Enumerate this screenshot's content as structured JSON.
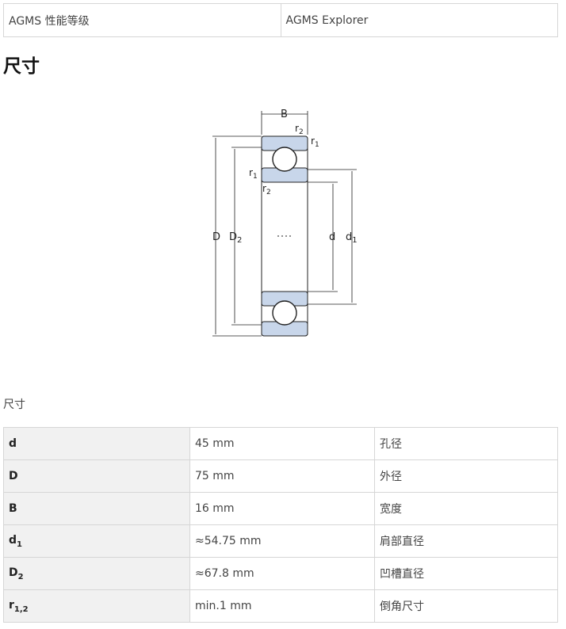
{
  "header": {
    "cells": [
      "AGMS 性能等级",
      "AGMS Explorer"
    ]
  },
  "section_title": "尺寸",
  "diagram": {
    "labels": {
      "B": "B",
      "r": "r",
      "sub1": "1",
      "sub2": "2",
      "D": "D",
      "d": "d"
    },
    "colors": {
      "fill": "#c8d6ea",
      "stroke": "#222222"
    }
  },
  "caption": "尺寸",
  "dimensions": {
    "rows": [
      {
        "symbol": "d",
        "sub": "",
        "value": "45 mm",
        "desc": "孔径"
      },
      {
        "symbol": "D",
        "sub": "",
        "value": "75 mm",
        "desc": "外径"
      },
      {
        "symbol": "B",
        "sub": "",
        "value": "16 mm",
        "desc": "宽度"
      },
      {
        "symbol": "d",
        "sub": "1",
        "value": "≈54.75 mm",
        "desc": "肩部直径"
      },
      {
        "symbol": "D",
        "sub": "2",
        "value": "≈67.8 mm",
        "desc": "凹槽直径"
      },
      {
        "symbol": "r",
        "sub": "1,2",
        "value": "min.1 mm",
        "desc": "倒角尺寸"
      }
    ]
  }
}
